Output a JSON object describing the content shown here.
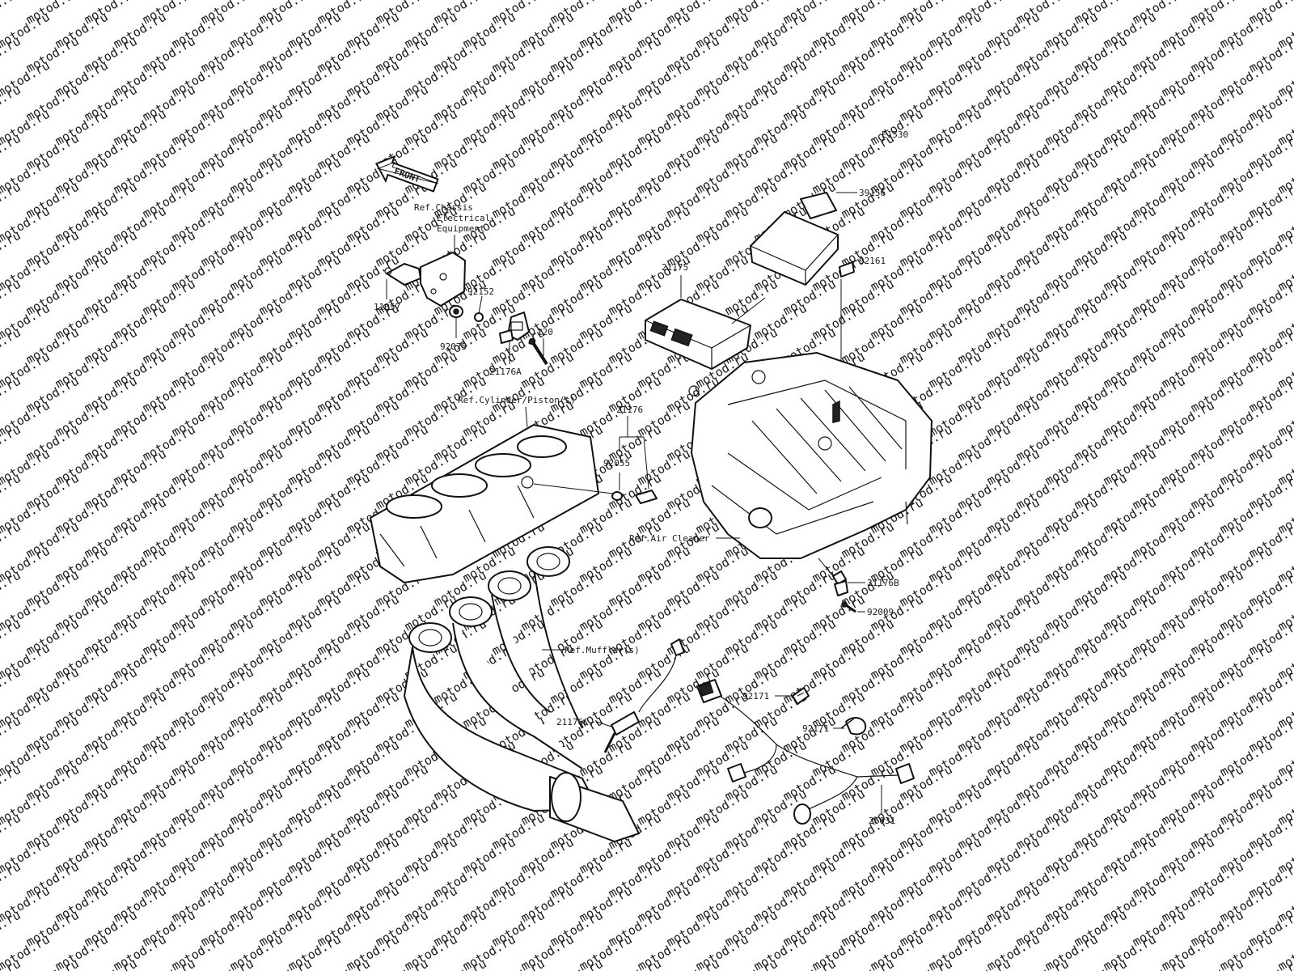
{
  "watermark": "motod.ru",
  "diagram_code": "E1530",
  "front_label": "FRONT",
  "references": {
    "chassis_line1": "Ref.Chassis",
    "chassis_line2": "Electrical",
    "chassis_line3": "Equipment",
    "cylinder": "Ref.Cylinder/Piston(s)",
    "air_cleaner": "Ref.Air Cleaner",
    "muffler": "Ref.Muffler(s)"
  },
  "parts": {
    "p39156": "39156",
    "p92161": "92161",
    "p21175": "21175",
    "p11057": "11057",
    "p92152": "92152",
    "p92075": "92075",
    "p120": "120",
    "p21176A": "21176A",
    "p21176": "21176",
    "p92055": "92055",
    "p21176B": "21176B",
    "p92009": "92009",
    "p21176C": "21176C",
    "p92171a": "92171",
    "p92171b": "92171",
    "p26031": "26031"
  }
}
